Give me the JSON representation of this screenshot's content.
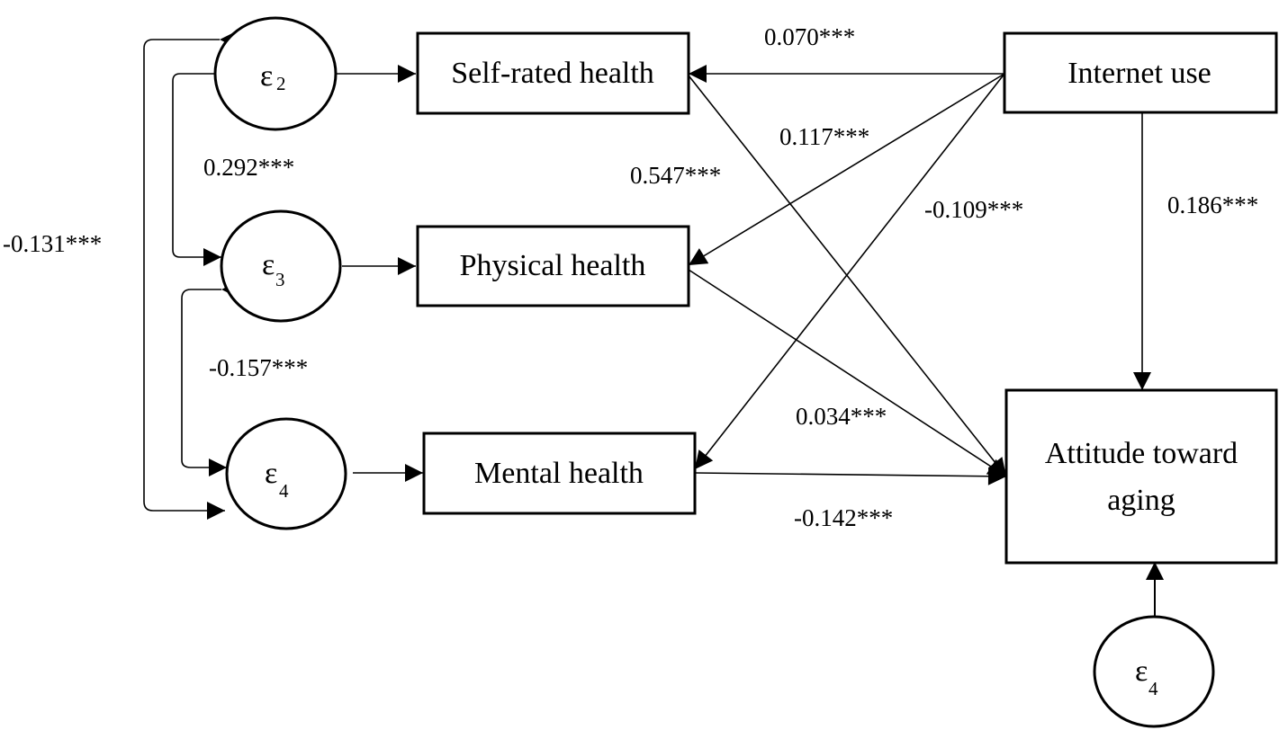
{
  "nodes": {
    "self_rated_health": "Self-rated health",
    "physical_health": "Physical health",
    "mental_health": "Mental health",
    "internet_use": "Internet use",
    "attitude_line1": "Attitude toward",
    "attitude_line2": "aging"
  },
  "errors": {
    "symbol": "ε",
    "e2": "2",
    "e3": "3",
    "e4_mental": "4",
    "e4_attitude": "4"
  },
  "coefficients": {
    "internet_to_selfrated": "0.070***",
    "internet_to_physical": "0.117***",
    "selfrated_to_attitude": "0.547***",
    "internet_to_mental": "-0.109***",
    "internet_to_attitude": "0.186***",
    "cov_e2_e3": "0.292***",
    "cov_e2_e4": "-0.131***",
    "cov_e3_e4": "-0.157***",
    "physical_to_attitude": "0.034***",
    "mental_to_attitude": "-0.142***"
  }
}
